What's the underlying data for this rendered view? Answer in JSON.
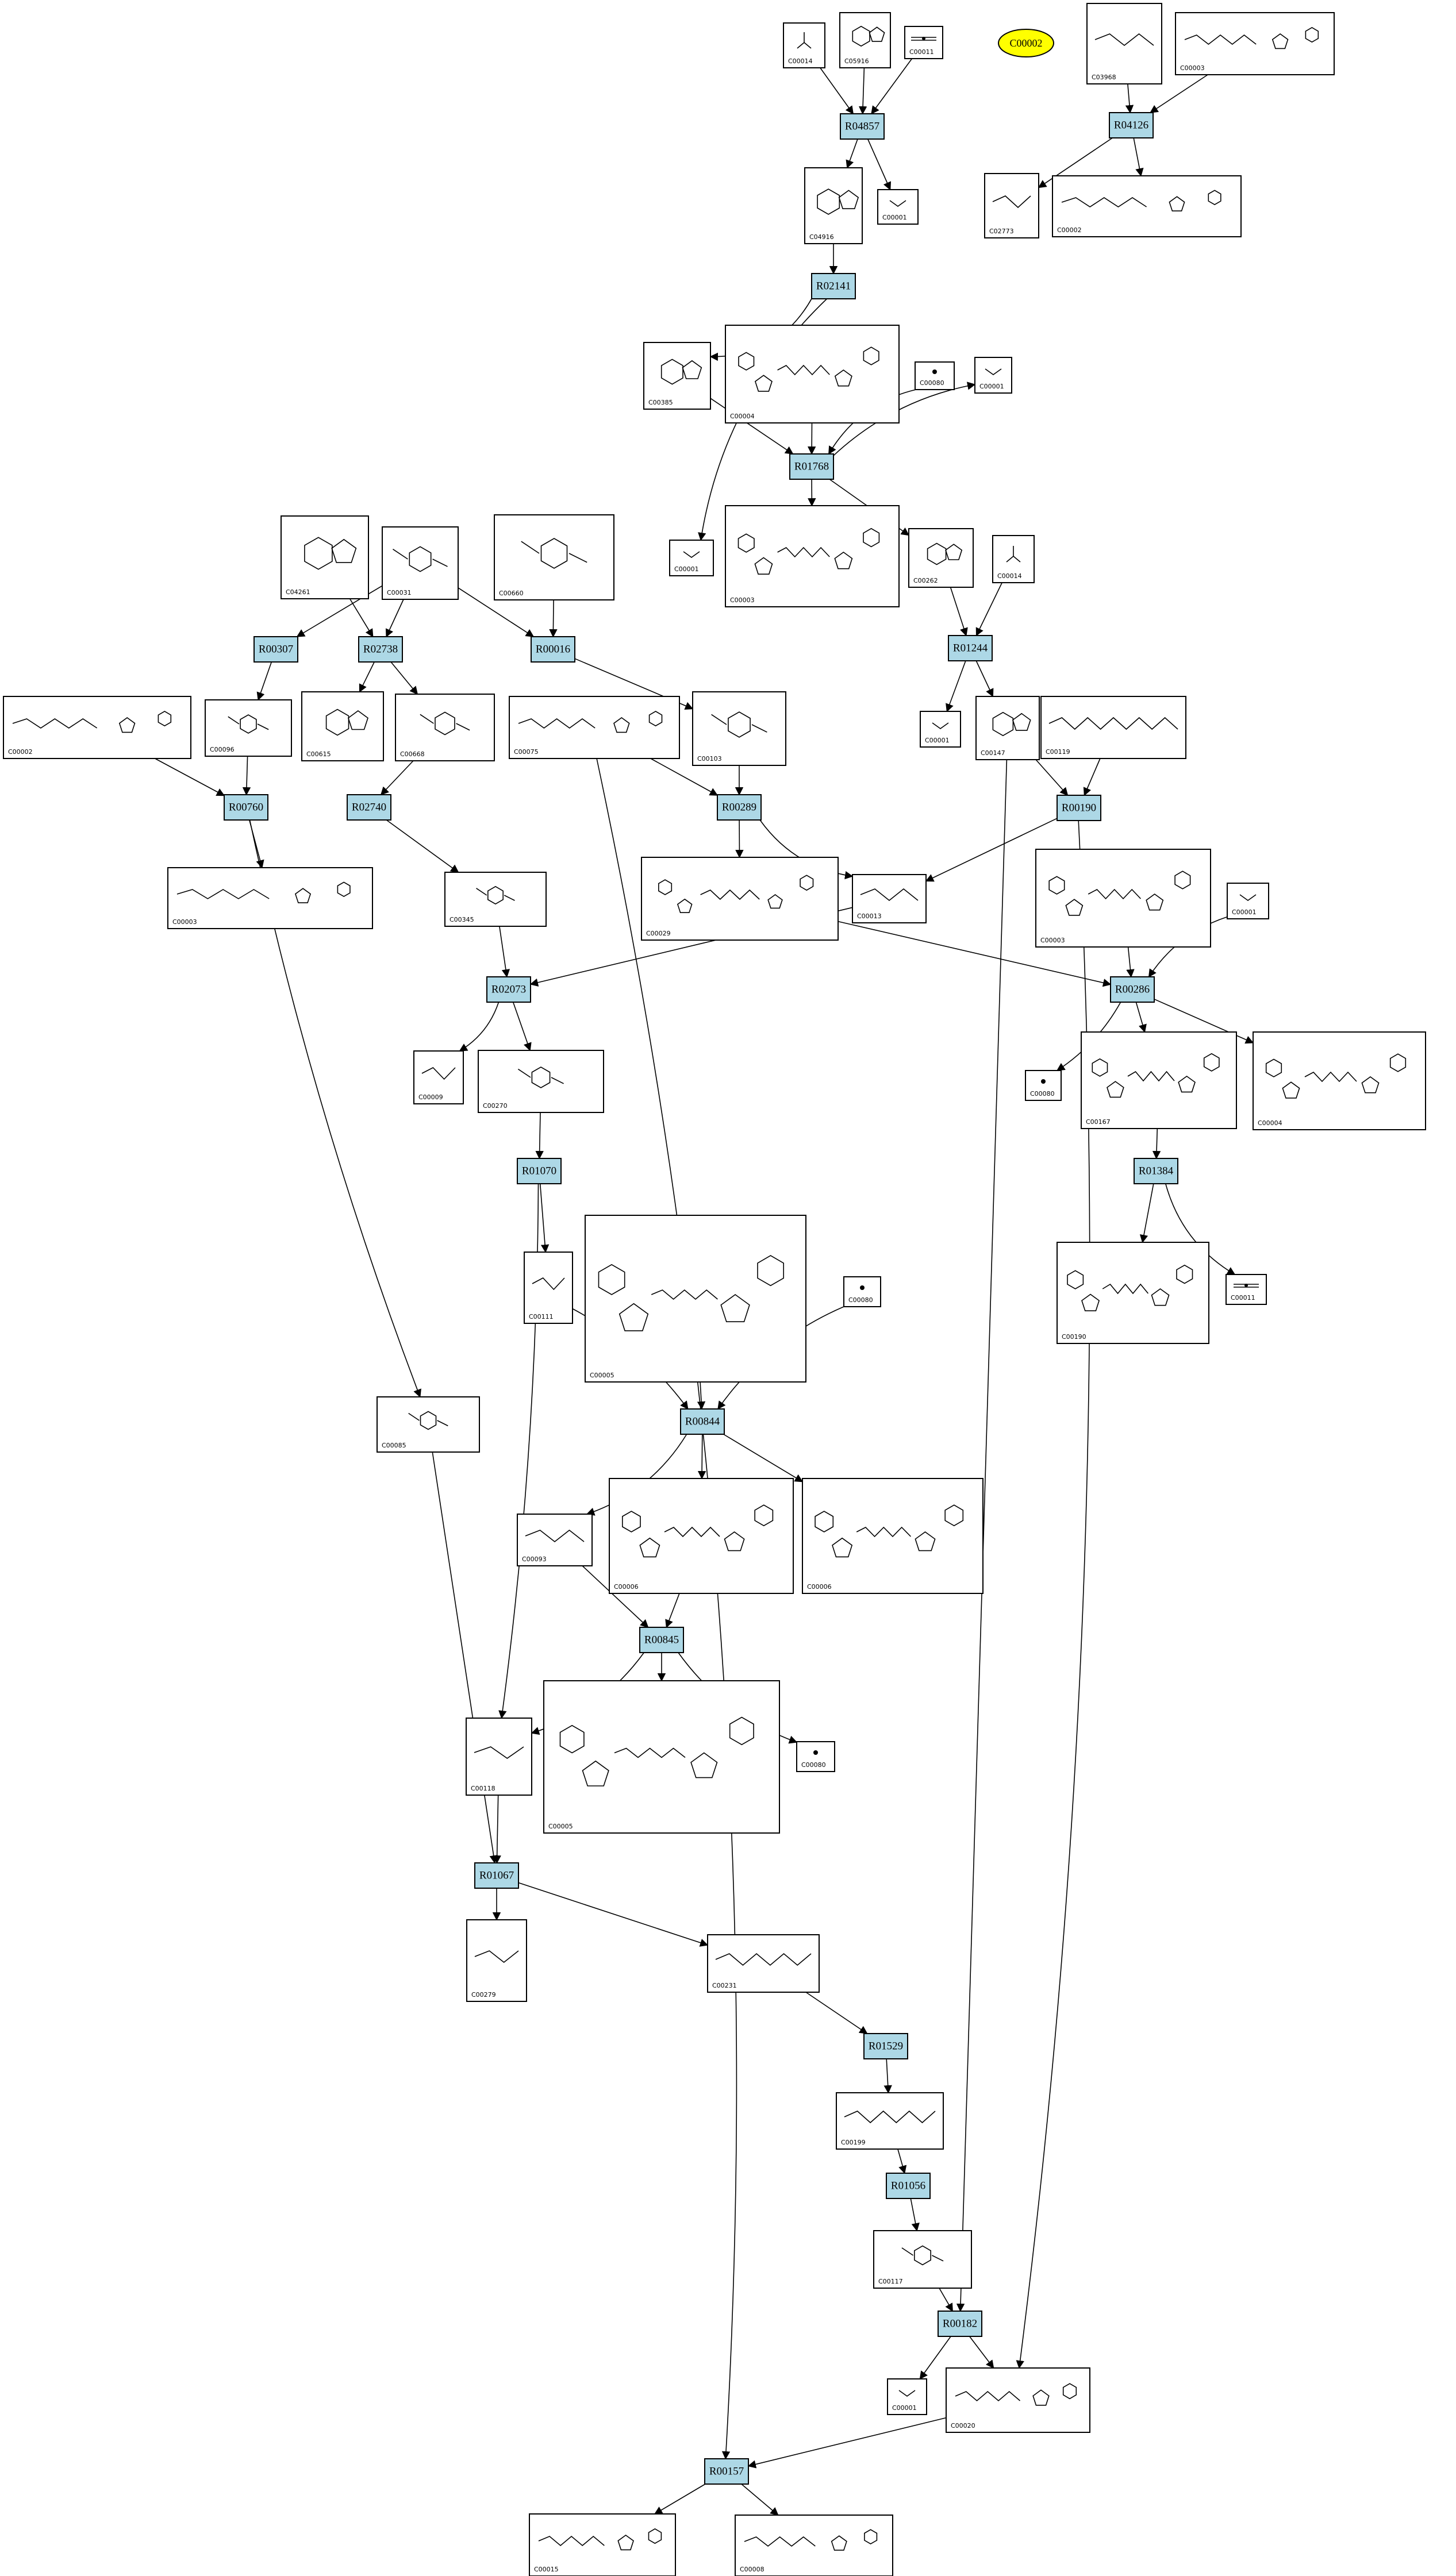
{
  "diagram": {
    "colors": {
      "reaction_fill": "#add8e6",
      "node_border": "#000000",
      "special_node_fill": "#ffff00",
      "background": "#ffffff"
    },
    "special_node": {
      "label": "C00002"
    },
    "reactions": [
      "R04857",
      "R04126",
      "R02141",
      "R01768",
      "R01244",
      "R00307",
      "R02738",
      "R00016",
      "R00760",
      "R02740",
      "R00289",
      "R00190",
      "R02073",
      "R00286",
      "R01070",
      "R01384",
      "R00844",
      "R00845",
      "R01067",
      "R01529",
      "R01056",
      "R00182",
      "R00157"
    ],
    "compounds": [
      {
        "id": "c1",
        "label": "C00014",
        "kind": "ammonia"
      },
      {
        "id": "c2",
        "label": "C05916",
        "kind": "ring"
      },
      {
        "id": "c3",
        "label": "C00011",
        "kind": "co2"
      },
      {
        "id": "c4",
        "label": "C03968",
        "kind": "chain"
      },
      {
        "id": "c5",
        "label": "C00003",
        "kind": "nucleotide"
      },
      {
        "id": "c6",
        "label": "C04916",
        "kind": "ring"
      },
      {
        "id": "c7",
        "label": "C00001",
        "kind": "water"
      },
      {
        "id": "c8",
        "label": "C02773",
        "kind": "chain"
      },
      {
        "id": "c9",
        "label": "C00002",
        "kind": "nucleotide"
      },
      {
        "id": "c10",
        "label": "C00385",
        "kind": "ring"
      },
      {
        "id": "c11",
        "label": "C00004",
        "kind": "dinucleotide"
      },
      {
        "id": "c12",
        "label": "C00080",
        "kind": "proton"
      },
      {
        "id": "c13",
        "label": "C00001",
        "kind": "water"
      },
      {
        "id": "c14",
        "label": "C00001",
        "kind": "water"
      },
      {
        "id": "c15",
        "label": "C00003",
        "kind": "dinucleotide"
      },
      {
        "id": "c16",
        "label": "C00262",
        "kind": "ring"
      },
      {
        "id": "c17",
        "label": "C00014",
        "kind": "ammonia"
      },
      {
        "id": "c18",
        "label": "C04261",
        "kind": "ring"
      },
      {
        "id": "c19",
        "label": "C00031",
        "kind": "sugar"
      },
      {
        "id": "c20",
        "label": "C00660",
        "kind": "sugar"
      },
      {
        "id": "c21",
        "label": "C00002",
        "kind": "nucleotide"
      },
      {
        "id": "c22",
        "label": "C00096",
        "kind": "sugar"
      },
      {
        "id": "c23",
        "label": "C00615",
        "kind": "ring"
      },
      {
        "id": "c24",
        "label": "C00668",
        "kind": "sugar"
      },
      {
        "id": "c25",
        "label": "C00075",
        "kind": "nucleotide"
      },
      {
        "id": "c26",
        "label": "C00103",
        "kind": "sugar"
      },
      {
        "id": "c27",
        "label": "C00001",
        "kind": "water"
      },
      {
        "id": "c28",
        "label": "C00147",
        "kind": "ring"
      },
      {
        "id": "c29",
        "label": "C00119",
        "kind": "chain"
      },
      {
        "id": "c30",
        "label": "C00003",
        "kind": "nucleotide"
      },
      {
        "id": "c31",
        "label": "C00345",
        "kind": "sugar"
      },
      {
        "id": "c32",
        "label": "C00029",
        "kind": "dinucleotide"
      },
      {
        "id": "c33",
        "label": "C00013",
        "kind": "chain"
      },
      {
        "id": "c34",
        "label": "C00003",
        "kind": "dinucleotide"
      },
      {
        "id": "c35",
        "label": "C00001",
        "kind": "water"
      },
      {
        "id": "c36",
        "label": "C00009",
        "kind": "chain"
      },
      {
        "id": "c37",
        "label": "C00270",
        "kind": "sugar"
      },
      {
        "id": "c38",
        "label": "C00080",
        "kind": "proton"
      },
      {
        "id": "c39",
        "label": "C00167",
        "kind": "dinucleotide"
      },
      {
        "id": "c40",
        "label": "C00004",
        "kind": "dinucleotide"
      },
      {
        "id": "c41",
        "label": "C00111",
        "kind": "chain"
      },
      {
        "id": "c42",
        "label": "C00005",
        "kind": "dinucleotide"
      },
      {
        "id": "c43",
        "label": "C00080",
        "kind": "proton"
      },
      {
        "id": "c44",
        "label": "C00190",
        "kind": "dinucleotide"
      },
      {
        "id": "c45",
        "label": "C00011",
        "kind": "co2"
      },
      {
        "id": "c46",
        "label": "C00085",
        "kind": "sugar"
      },
      {
        "id": "c47",
        "label": "C00093",
        "kind": "chain"
      },
      {
        "id": "c48",
        "label": "C00006",
        "kind": "dinucleotide"
      },
      {
        "id": "c49",
        "label": "C00006",
        "kind": "dinucleotide"
      },
      {
        "id": "c50",
        "label": "C00118",
        "kind": "chain"
      },
      {
        "id": "c51",
        "label": "C00005",
        "kind": "dinucleotide"
      },
      {
        "id": "c52",
        "label": "C00080",
        "kind": "proton"
      },
      {
        "id": "c53",
        "label": "C00279",
        "kind": "chain"
      },
      {
        "id": "c54",
        "label": "C00231",
        "kind": "chain"
      },
      {
        "id": "c55",
        "label": "C00199",
        "kind": "chain"
      },
      {
        "id": "c56",
        "label": "C00117",
        "kind": "sugar"
      },
      {
        "id": "c57",
        "label": "C00001",
        "kind": "water"
      },
      {
        "id": "c58",
        "label": "C00020",
        "kind": "nucleotide"
      },
      {
        "id": "c59",
        "label": "C00015",
        "kind": "nucleotide"
      },
      {
        "id": "c60",
        "label": "C00008",
        "kind": "nucleotide"
      }
    ]
  }
}
